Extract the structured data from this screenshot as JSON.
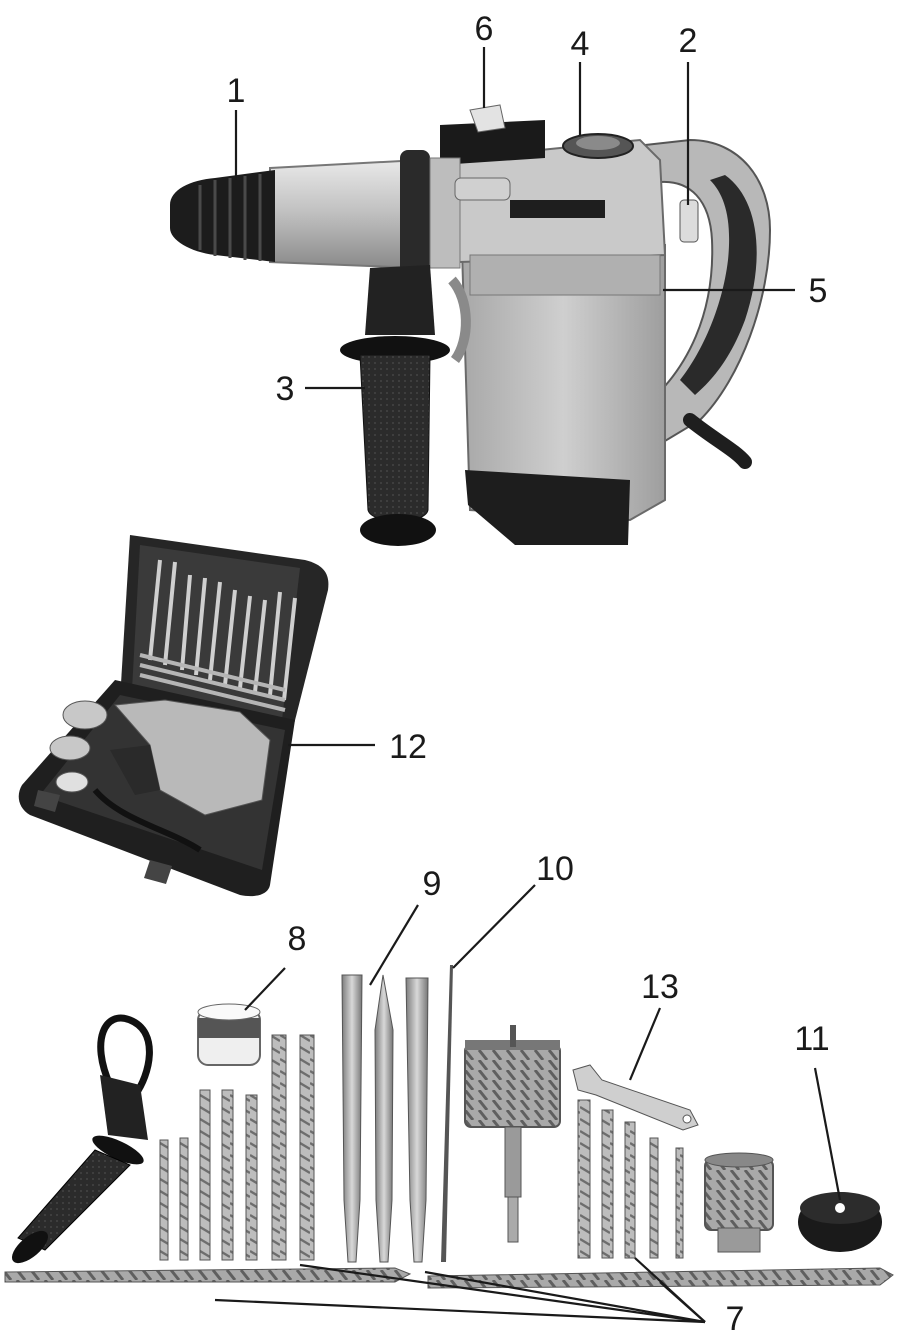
{
  "callouts": {
    "c1": "1",
    "c2": "2",
    "c3": "3",
    "c4": "4",
    "c5": "5",
    "c6": "6",
    "c7": "7",
    "c8": "8",
    "c9": "9",
    "c10": "10",
    "c11": "11",
    "c12": "12",
    "c13": "13"
  },
  "colors": {
    "ink": "#1a1a1a",
    "tool_body": "#bdbdbd",
    "tool_dark": "#262626",
    "metal": "#9a9a9a"
  }
}
